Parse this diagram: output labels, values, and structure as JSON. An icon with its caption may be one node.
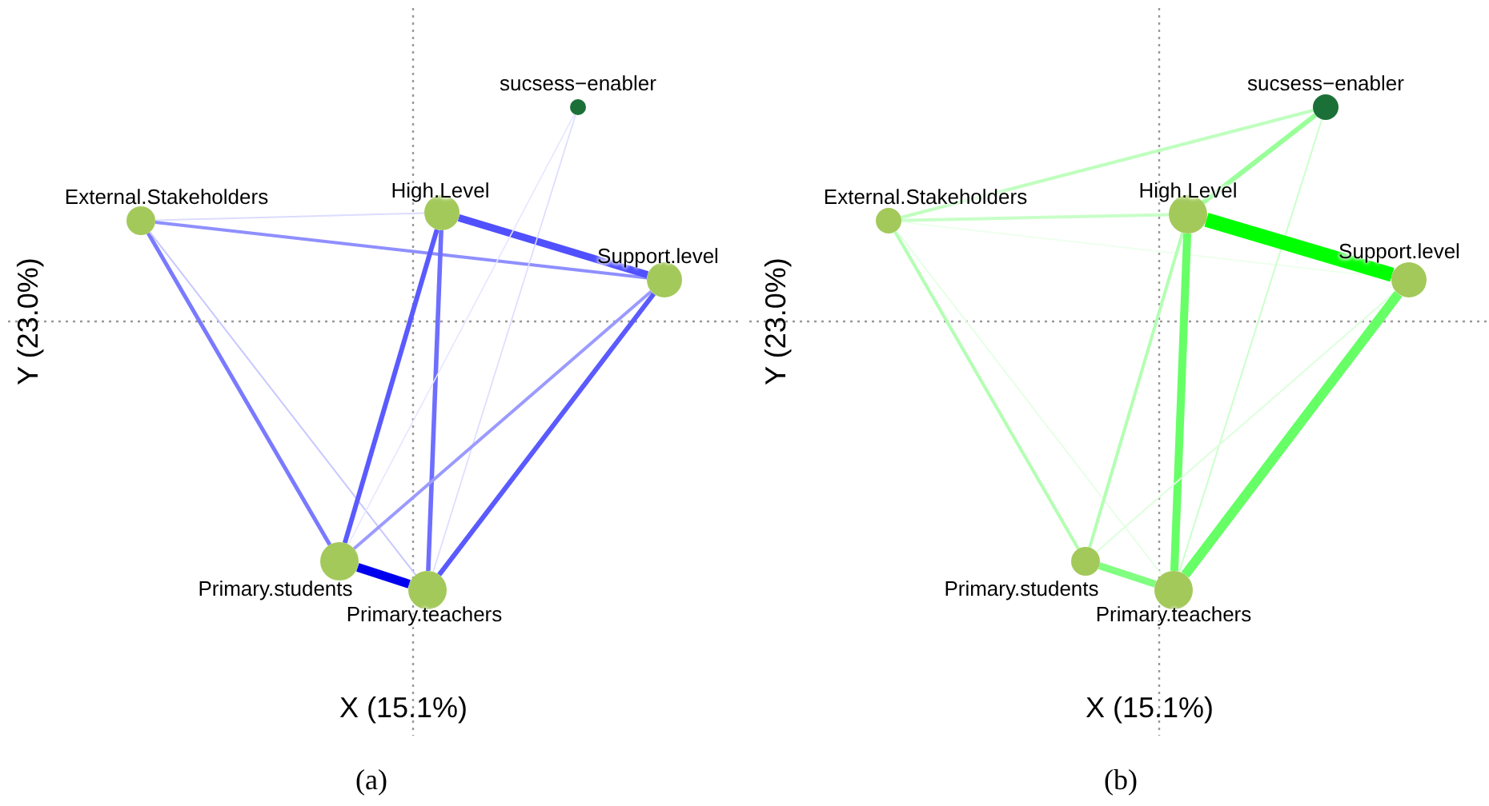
{
  "diagram": {
    "nodes": [
      {
        "text": [
          "sucsess−enabler"
        ]
      },
      {
        "text": [
          "External.Stakeholders"
        ]
      },
      {
        "text": [
          "High.Level"
        ]
      },
      {
        "text": [
          "Support.level"
        ]
      },
      {
        "text": [
          "Primary.students"
        ]
      },
      {
        "text": [
          "Primary.teachers"
        ]
      },
      {
        "text": [
          "sucsess−enabler"
        ]
      },
      {
        "text": [
          "External.Stakeholders"
        ]
      },
      {
        "text": [
          "High.Level"
        ]
      },
      {
        "text": [
          "Support.level"
        ]
      },
      {
        "text": [
          "Primary.students"
        ]
      },
      {
        "text": [
          "Primary.teachers"
        ]
      }
    ],
    "edges": [
      {
        "from": 1,
        "to": 2,
        "arrow": "none",
        "color": "#dcdcff"
      },
      {
        "from": 1,
        "to": 3,
        "arrow": "none",
        "color": "#8f8fff"
      },
      {
        "from": 1,
        "to": 4,
        "arrow": "none",
        "color": "#7a7aff"
      },
      {
        "from": 1,
        "to": 5,
        "arrow": "none",
        "color": "#c8c8ff"
      },
      {
        "from": 2,
        "to": 3,
        "arrow": "none",
        "style": "thick",
        "color": "#5050ff"
      },
      {
        "from": 2,
        "to": 4,
        "arrow": "none",
        "color": "#5a5aff"
      },
      {
        "from": 2,
        "to": 5,
        "arrow": "none",
        "color": "#6e6eff"
      },
      {
        "from": 0,
        "to": 4,
        "arrow": "none",
        "color": "#e6e6ff"
      },
      {
        "from": 0,
        "to": 5,
        "arrow": "none",
        "color": "#dcdcff"
      },
      {
        "from": 3,
        "to": 4,
        "arrow": "none",
        "color": "#9a9aff"
      },
      {
        "from": 3,
        "to": 5,
        "arrow": "none",
        "color": "#5a5aff"
      },
      {
        "from": 4,
        "to": 5,
        "arrow": "none",
        "style": "thick",
        "color": "#0000ee"
      },
      {
        "from": 7,
        "to": 6,
        "arrow": "none",
        "color": "#bfffbf"
      },
      {
        "from": 7,
        "to": 8,
        "arrow": "none",
        "color": "#c8ffc8"
      },
      {
        "from": 7,
        "to": 9,
        "arrow": "none",
        "color": "#eeffee"
      },
      {
        "from": 7,
        "to": 10,
        "arrow": "none",
        "color": "#b3ffb3"
      },
      {
        "from": 7,
        "to": 11,
        "arrow": "none",
        "color": "#e6ffe6"
      },
      {
        "from": 6,
        "to": 8,
        "arrow": "none",
        "color": "#99ff99"
      },
      {
        "from": 6,
        "to": 11,
        "arrow": "none",
        "color": "#ccffcc"
      },
      {
        "from": 8,
        "to": 9,
        "arrow": "none",
        "style": "thick",
        "color": "#00ff00"
      },
      {
        "from": 8,
        "to": 10,
        "arrow": "none",
        "color": "#b3ffb3"
      },
      {
        "from": 8,
        "to": 11,
        "arrow": "none",
        "style": "thick",
        "color": "#66ff66"
      },
      {
        "from": 9,
        "to": 10,
        "arrow": "none",
        "color": "#ddffdd"
      },
      {
        "from": 9,
        "to": 11,
        "arrow": "none",
        "style": "thick",
        "color": "#66ff66"
      },
      {
        "from": 10,
        "to": 11,
        "arrow": "none",
        "style": "thick",
        "color": "#80ff80"
      }
    ],
    "labels": [
      "Y (23.0%)",
      "X (15.1%)",
      "(a)",
      "Y (23.0%)",
      "X (15.1%)",
      "(b)"
    ]
  }
}
